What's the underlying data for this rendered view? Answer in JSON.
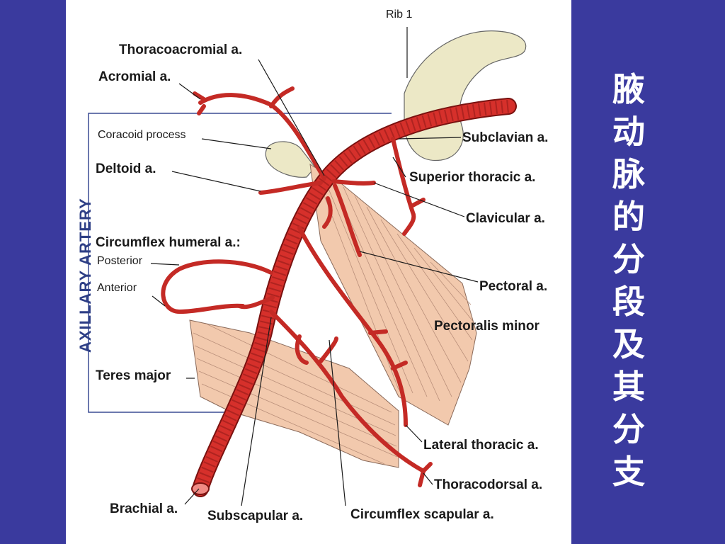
{
  "slide": {
    "title": "腋动脉的分段及其分支",
    "colors": {
      "background": "#3a3a9e",
      "artery": "#d6302b",
      "muscle": "#f2c9ad",
      "bone": "#ece8c6"
    }
  },
  "diagram": {
    "section_title": "AXILLARY ARTERY",
    "labels": {
      "rib": "Rib  1",
      "thoracoacromial": "Thoracoacromial a.",
      "acromial": "Acromial a.",
      "coracoid": "Coracoid process",
      "deltoid": "Deltoid a.",
      "circumflex_humeral": "Circumflex humeral a.:",
      "posterior": "Posterior",
      "anterior": "Anterior",
      "teres_major": "Teres major",
      "brachial": "Brachial a.",
      "subscapular": "Subscapular a.",
      "circumflex_scapular": "Circumflex scapular a.",
      "subclavian": "Subclavian a.",
      "superior_thoracic": "Superior thoracic a.",
      "clavicular": "Clavicular a.",
      "pectoral": "Pectoral a.",
      "pectoralis_minor": "Pectoralis minor",
      "lateral_thoracic": "Lateral thoracic a.",
      "thoracodorsal": "Thoracodorsal a."
    }
  }
}
